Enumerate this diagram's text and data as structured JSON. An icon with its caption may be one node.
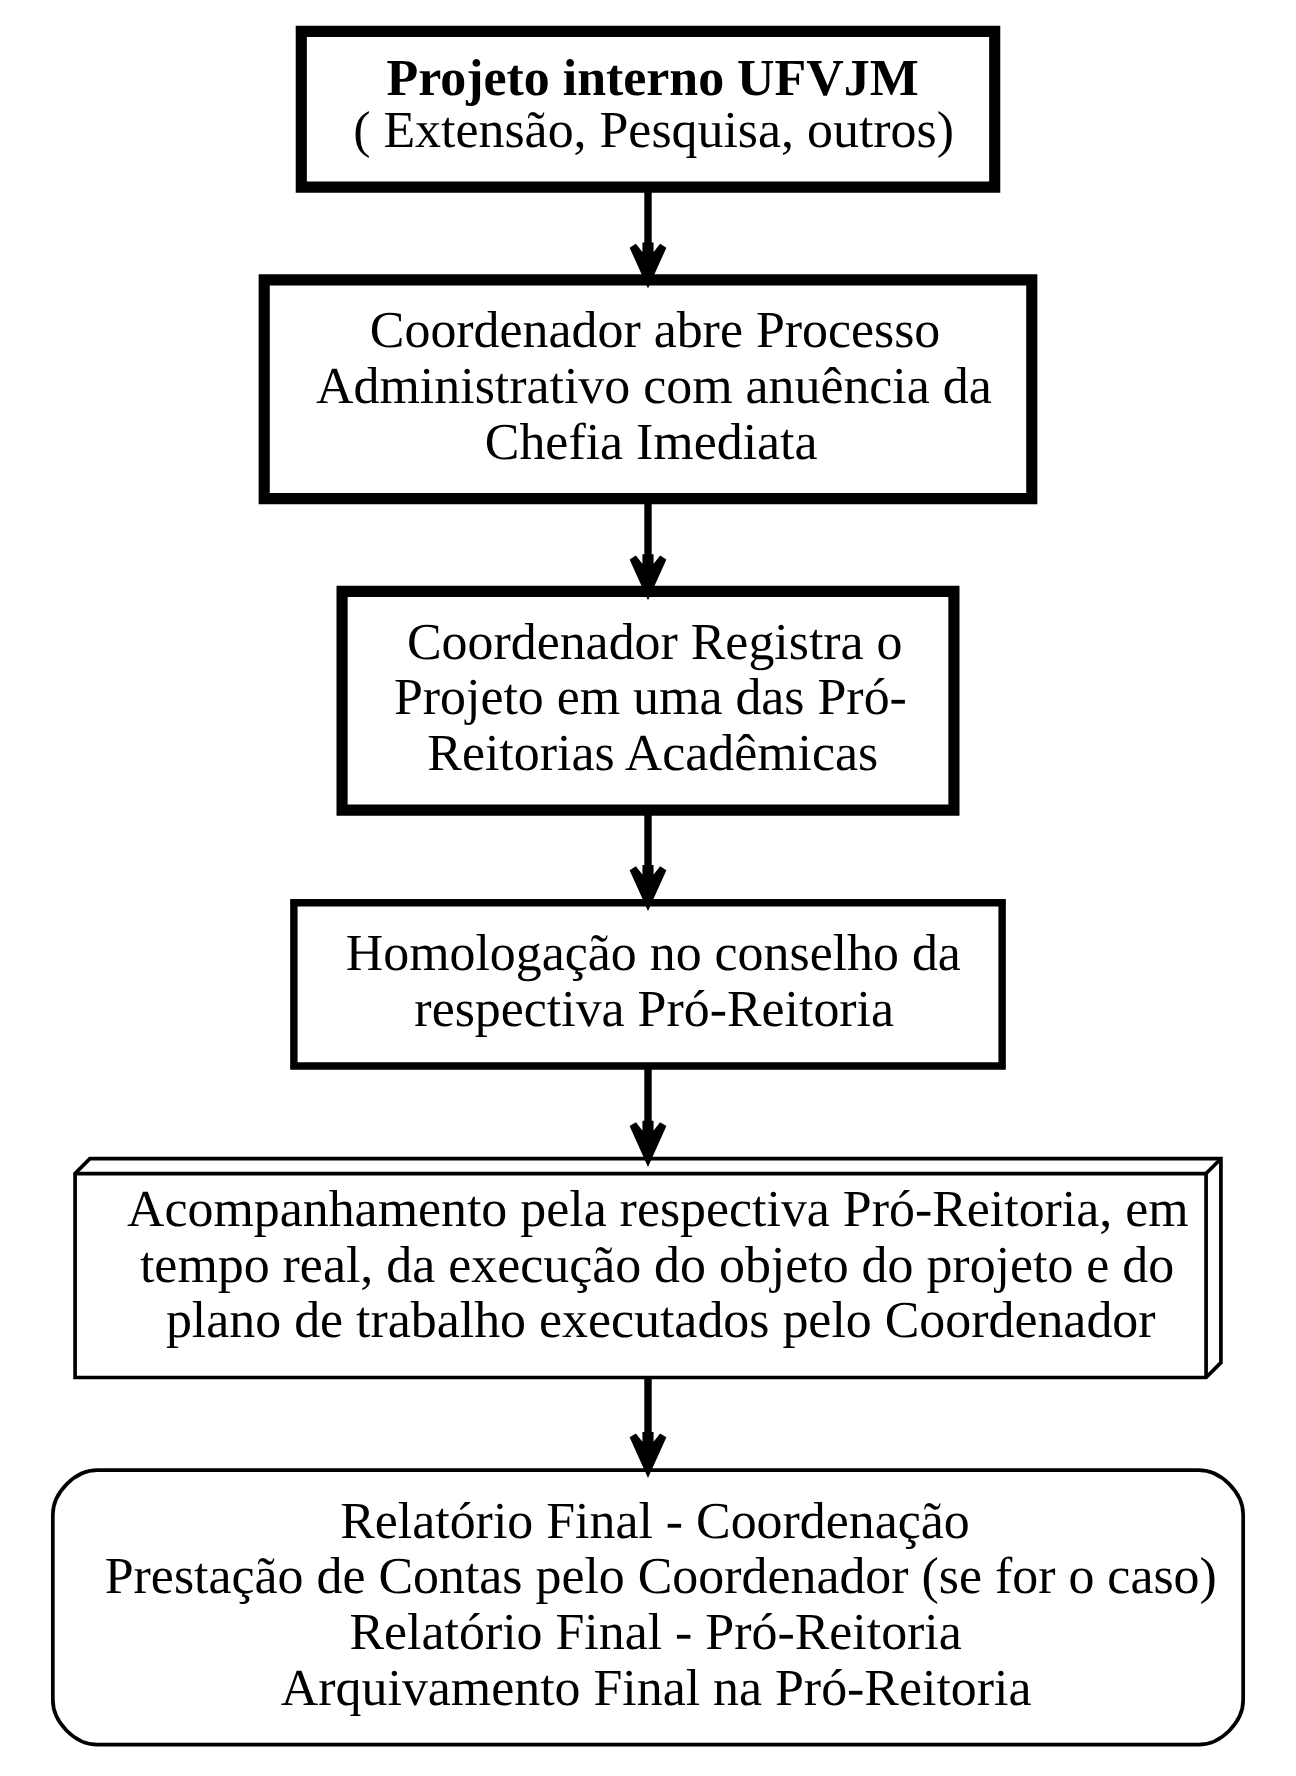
{
  "diagram": {
    "nodes": [
      {
        "text": [
          "Projeto interno UFVJM",
          "( Extensão, Pesquisa, outros)"
        ]
      },
      {
        "text": [
          "Coordenador abre Processo Administrativo com anuência da Chefia Imediata"
        ]
      },
      {
        "text": [
          "Coordenador Registra o Projeto em uma das Pró-Reitorias Acadêmicas"
        ]
      },
      {
        "text": [
          "Homologação no conselho da respectiva Pró-Reitoria"
        ]
      },
      {
        "text": [
          "Acompanhamento pela respectiva Pró-Reitoria, em tempo real, da execução do objeto do projeto e do plano de trabalho executados pelo Coordenador"
        ]
      },
      {
        "text": [
          "Relatório Final - Coordenação",
          "Prestação de Contas pelo Coordenador (se for o caso)",
          "Relatório Final - Pró-Reitoria",
          "Arquivamento Final na Pró-Reitoria"
        ]
      }
    ],
    "edges": [
      {
        "from": 0,
        "to": 1,
        "arrow": "to"
      },
      {
        "from": 1,
        "to": 2,
        "arrow": "to"
      },
      {
        "from": 2,
        "to": 3,
        "arrow": "to"
      },
      {
        "from": 3,
        "to": 4,
        "arrow": "to"
      },
      {
        "from": 4,
        "to": 5,
        "arrow": "to"
      }
    ]
  }
}
